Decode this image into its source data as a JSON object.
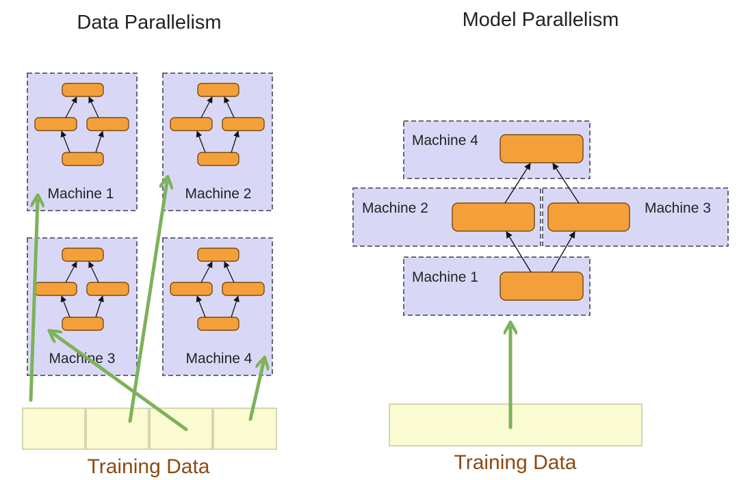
{
  "left": {
    "title": "Data Parallelism",
    "machines": [
      {
        "label": "Machine 1"
      },
      {
        "label": "Machine 2"
      },
      {
        "label": "Machine 3"
      },
      {
        "label": "Machine 4"
      }
    ],
    "training_label": "Training Data"
  },
  "right": {
    "title": "Model Parallelism",
    "machines": [
      {
        "label": "Machine 4"
      },
      {
        "label": "Machine 2"
      },
      {
        "label": "Machine 3"
      },
      {
        "label": "Machine 1"
      }
    ],
    "training_label": "Training Data"
  },
  "colors": {
    "machine_fill": "#d8d8f6",
    "machine_stroke": "#555566",
    "node_fill": "#f4a03a",
    "node_stroke": "#7a4a10",
    "data_fill": "#fbfbd2",
    "data_stroke": "#c8c8a0",
    "green_arrow": "#7cb259",
    "training_text": "#8a4a12",
    "title_text": "#222222"
  }
}
